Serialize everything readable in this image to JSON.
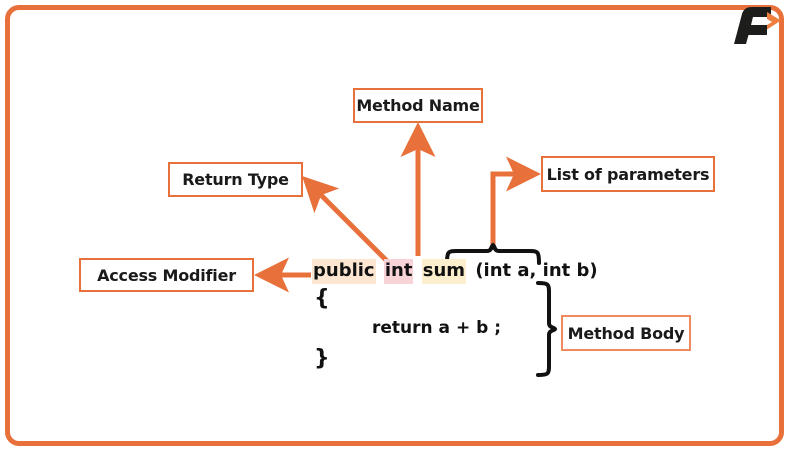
{
  "page": {
    "background": "#ffffff",
    "frame_color": "#e8703a",
    "accent": "#e8703a",
    "accent_light": "#ef8a60",
    "text_color": "#111111"
  },
  "logo": {
    "name": "f-arrow-logo",
    "letter": "F",
    "dark_color": "#1d1d1b",
    "arrow_color": "#ee7f3f"
  },
  "labels": {
    "method_name": "Method Name",
    "return_type": "Return Type",
    "list_of_parameters": "List of parameters",
    "access_modifier": "Access Modifier",
    "method_body": "Method Body"
  },
  "code": {
    "tokens": {
      "access_modifier": "public",
      "return_type": "int",
      "method_name": "sum",
      "parameters": "(int a, int b)"
    },
    "highlight_colors": {
      "access_modifier": "#fce6d2",
      "return_type": "#f7d2d6",
      "method_name": "#fcefcd"
    },
    "brace_open": "{",
    "body_statement": "return a + b ;",
    "brace_close": "}"
  },
  "connectors": [
    {
      "name": "arrow-sum-to-method-name",
      "from": "sum",
      "to": "Method Name",
      "style": "vertical-arrow-up",
      "color": "#e8703a"
    },
    {
      "name": "arrow-int-to-return-type",
      "from": "int",
      "to": "Return Type",
      "style": "diagonal-arrow-up-left",
      "color": "#e8703a"
    },
    {
      "name": "arrow-public-to-access-modifier",
      "from": "public",
      "to": "Access Modifier",
      "style": "horizontal-arrow-left",
      "color": "#e8703a"
    },
    {
      "name": "elbow-params-to-list-of-parameters",
      "from": "(int a, int b)",
      "to": "List of parameters",
      "style": "elbow-arrow-up-right",
      "color": "#e8703a"
    },
    {
      "name": "brace-parameters",
      "from": "(int a, int b)",
      "style": "horizontal-curly-brace",
      "color": "#111111"
    },
    {
      "name": "brace-method-body",
      "to": "Method Body",
      "style": "vertical-curly-brace",
      "color": "#111111"
    }
  ]
}
